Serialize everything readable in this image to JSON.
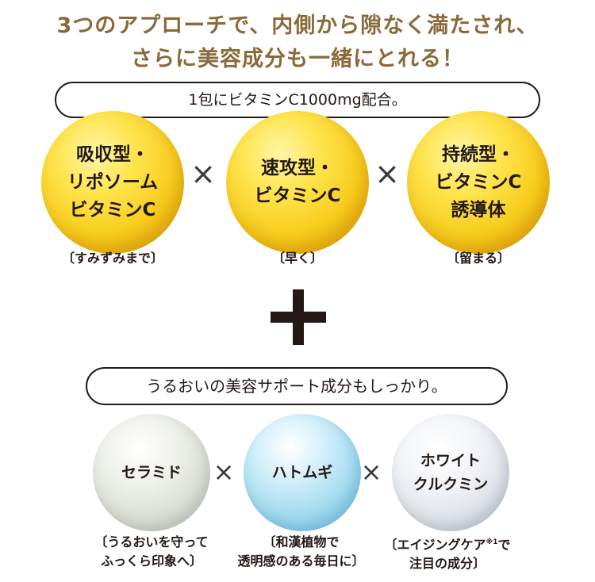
{
  "headline": {
    "line1": "3つのアプローチで、内側から隙なく満たされ、",
    "line2": "さらに美容成分も一緒にとれる！"
  },
  "vitamin_pill": "1包にビタミンC1000mg配合。",
  "vitamins": [
    {
      "lines": [
        "吸収型・",
        "リポソーム",
        "ビタミンC"
      ],
      "caption": "〔すみずみまで〕"
    },
    {
      "lines": [
        "速攻型・",
        "ビタミンC"
      ],
      "caption": "〔早く〕"
    },
    {
      "lines": [
        "持続型・",
        "ビタミンC",
        "誘導体"
      ],
      "caption": "〔留まる〕"
    }
  ],
  "times_symbol": "×",
  "beauty_pill": "うるおいの美容サポート成分もしっかり。",
  "ingredients": [
    {
      "lines": [
        "セラミド"
      ],
      "caption_lines": [
        "〔うるおいを守って",
        "ふっくら印象へ〕"
      ]
    },
    {
      "lines": [
        "ハトムギ"
      ],
      "caption_lines": [
        "〔和漢植物で",
        "透明感のある毎日に〕"
      ]
    },
    {
      "lines": [
        "ホワイト",
        "クルクミン"
      ],
      "caption_pre": "〔エイジングケア",
      "caption_sup": "※1",
      "caption_post": "で",
      "caption_line2": "注目の成分〕"
    }
  ],
  "colors": {
    "headline": "#8a6a3a",
    "text": "#231815",
    "gold_sphere": "#f7cc1c",
    "hatomugi_sphere": "#9fd9ef"
  }
}
